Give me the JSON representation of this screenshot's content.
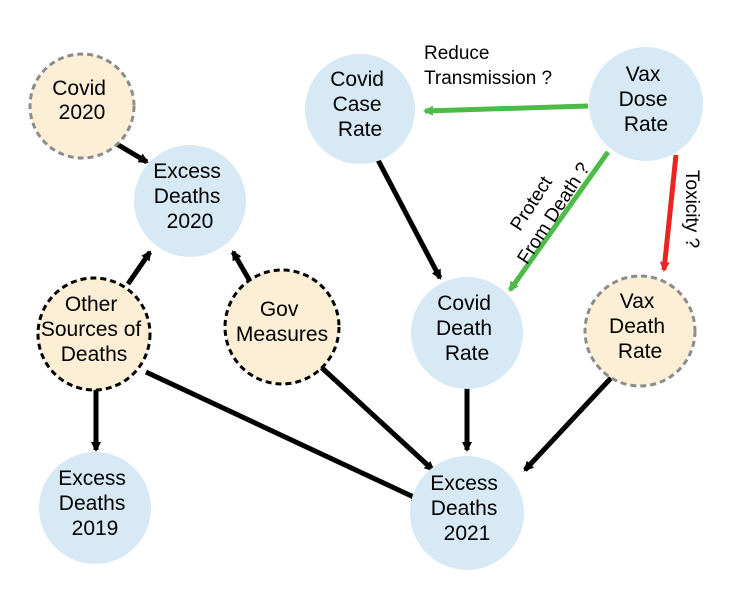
{
  "colors": {
    "blue_node": "#d6e9f4",
    "blue_stroke": "#d6e9f4",
    "cream_node": "#fcefd6",
    "dashed_dark": "#000000",
    "dashed_gray": "#8c8c8c",
    "arrow_black": "#000000",
    "arrow_green": "#4dbb48",
    "arrow_red": "#e8251f"
  },
  "nodes": {
    "covid2020": [
      "Covid",
      "2020"
    ],
    "excess2020": [
      "Excess",
      "Deaths",
      "2020"
    ],
    "other_sources": [
      "Other",
      "Sources of",
      "Deaths"
    ],
    "gov_measures": [
      "Gov",
      "Measures"
    ],
    "excess2019": [
      "Excess",
      "Deaths",
      "2019"
    ],
    "covid_case_rate": [
      "Covid",
      "Case",
      "Rate"
    ],
    "vax_dose_rate": [
      "Vax",
      "Dose",
      "Rate"
    ],
    "covid_death_rate": [
      "Covid",
      "Death",
      "Rate"
    ],
    "vax_death_rate": [
      "Vax",
      "Death",
      "Rate"
    ],
    "excess2021": [
      "Excess",
      "Deaths",
      "2021"
    ]
  },
  "edge_labels": {
    "reduce_transmission": [
      "Reduce",
      "Transmission ?"
    ],
    "protect_from_death": [
      "Protect",
      "From Death ?"
    ],
    "toxicity": "Toxicity ?"
  }
}
